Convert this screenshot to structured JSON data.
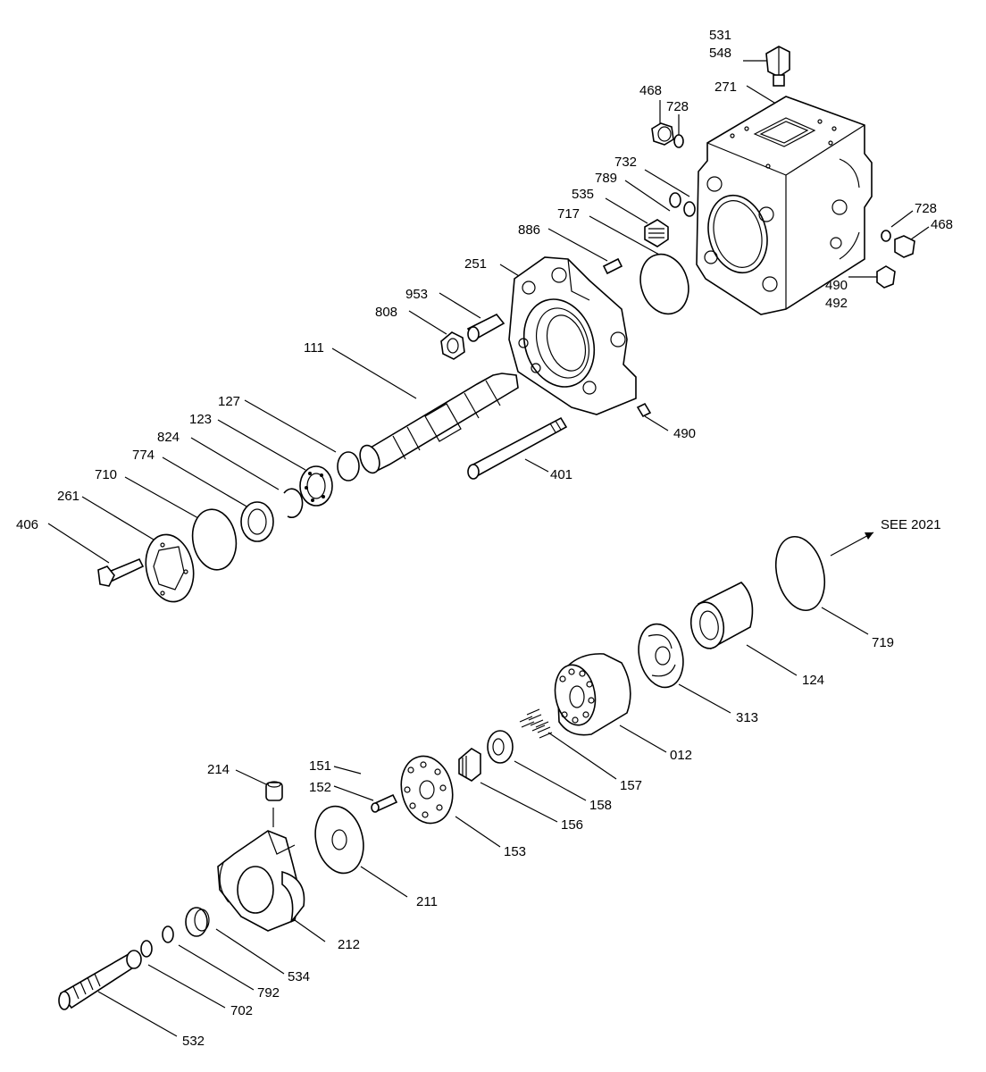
{
  "labels": {
    "l531": "531",
    "l548": "548",
    "l271": "271",
    "l468a": "468",
    "l728a": "728",
    "l732": "732",
    "l789": "789",
    "l535": "535",
    "l717": "717",
    "l728b": "728",
    "l468b": "468",
    "l886": "886",
    "l251": "251",
    "l490a": "490",
    "l492": "492",
    "l953": "953",
    "l808": "808",
    "l111": "111",
    "l490b": "490",
    "l127": "127",
    "l123": "123",
    "l824": "824",
    "l774": "774",
    "l401": "401",
    "l710": "710",
    "l261": "261",
    "l406": "406",
    "see": "SEE 2021",
    "l719": "719",
    "l124": "124",
    "l313": "313",
    "l012": "012",
    "l157": "157",
    "l151": "151",
    "l152": "152",
    "l158": "158",
    "l214": "214",
    "l156": "156",
    "l153": "153",
    "l211": "211",
    "l212": "212",
    "l534": "534",
    "l792": "792",
    "l702": "702",
    "l532": "532"
  }
}
